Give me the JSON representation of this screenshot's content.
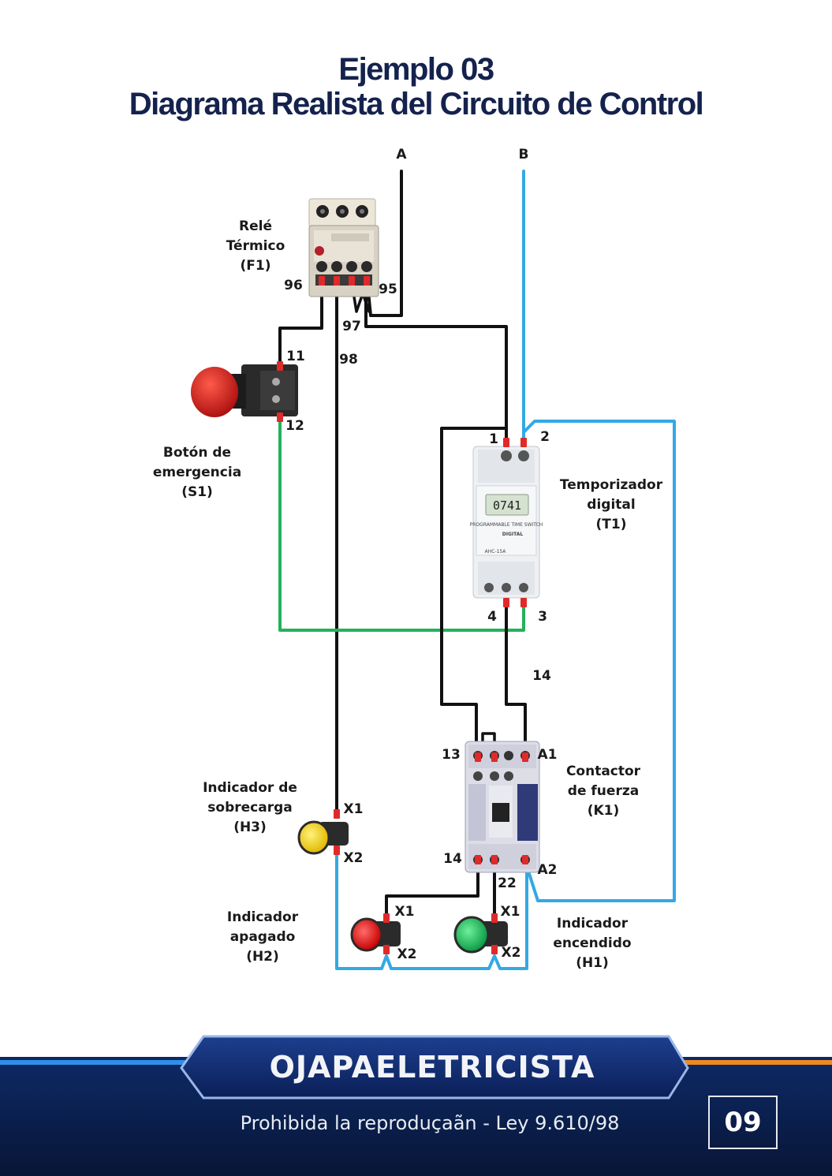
{
  "title": {
    "line1": "Ejemplo 03",
    "line2": "Diagrama Realista del Circuito de Control"
  },
  "supply": {
    "a": "A",
    "b": "B"
  },
  "components": {
    "relay": {
      "line1": "Relé",
      "line2": "Térmico",
      "line3": "(F1)"
    },
    "button": {
      "line1": "Botón de",
      "line2": "emergencia",
      "line3": "(S1)"
    },
    "timer": {
      "line1": "Temporizador",
      "line2": "digital",
      "line3": "(T1)",
      "display": "0741",
      "panel1": "PROGRAMMABLE TIME SWITCH",
      "panel2": "DIGITAL",
      "model": "AHC-15A"
    },
    "contactor": {
      "line1": "Contactor",
      "line2": "de fuerza",
      "line3": "(K1)"
    },
    "h3": {
      "line1": "Indicador de",
      "line2": "sobrecarga",
      "line3": "(H3)"
    },
    "h2": {
      "line1": "Indicador",
      "line2": "apagado",
      "line3": "(H2)"
    },
    "h1": {
      "line1": "Indicador",
      "line2": "encendido",
      "line3": "(H1)"
    }
  },
  "terminals": {
    "t96": "96",
    "t95": "95",
    "t97": "97",
    "t98": "98",
    "t11": "11",
    "t12": "12",
    "t1": "1",
    "t2": "2",
    "t4": "4",
    "t3": "3",
    "t14w": "14",
    "t13": "13",
    "tA1": "A1",
    "t14": "14",
    "tA2": "A2",
    "t22": "22",
    "h3x1": "X1",
    "h3x2": "X2",
    "h2x1": "X1",
    "h2x2": "X2",
    "h1x1": "X1",
    "h1x2": "X2"
  },
  "colors": {
    "black_wire": "#111111",
    "blue_wire": "#34a8e6",
    "green_wire": "#23b25a",
    "terminal_red": "#e02a2a",
    "title": "#14224d",
    "banner": "#0f2456"
  },
  "footer": {
    "brand": "OJAPAELETRICISTA",
    "note": "Prohibida la reproduçaãn - Ley 9.610/98",
    "page": "09"
  }
}
